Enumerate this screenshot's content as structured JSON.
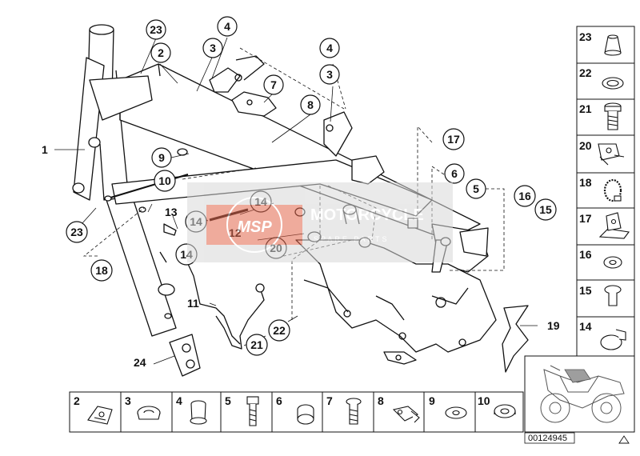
{
  "diagram": {
    "callouts": [
      {
        "id": "c23a",
        "label": "23"
      },
      {
        "id": "c4a",
        "label": "4"
      },
      {
        "id": "c2",
        "label": "2"
      },
      {
        "id": "c3a",
        "label": "3"
      },
      {
        "id": "c4b",
        "label": "4"
      },
      {
        "id": "c3b",
        "label": "3"
      },
      {
        "id": "c7",
        "label": "7"
      },
      {
        "id": "c8",
        "label": "8"
      },
      {
        "id": "c9",
        "label": "9"
      },
      {
        "id": "c10",
        "label": "10"
      },
      {
        "id": "c17",
        "label": "17"
      },
      {
        "id": "c6",
        "label": "6"
      },
      {
        "id": "c5",
        "label": "5"
      },
      {
        "id": "c16",
        "label": "16"
      },
      {
        "id": "c15",
        "label": "15"
      },
      {
        "id": "c14a",
        "label": "14"
      },
      {
        "id": "c14b",
        "label": "14"
      },
      {
        "id": "c20",
        "label": "20"
      },
      {
        "id": "c14c",
        "label": "14"
      },
      {
        "id": "c23b",
        "label": "23"
      },
      {
        "id": "c18",
        "label": "18"
      },
      {
        "id": "c22",
        "label": "22"
      },
      {
        "id": "c21",
        "label": "21"
      }
    ],
    "plain_labels": [
      {
        "id": "p1",
        "label": "1"
      },
      {
        "id": "p13",
        "label": "13"
      },
      {
        "id": "p12",
        "label": "12"
      },
      {
        "id": "p11",
        "label": "11"
      },
      {
        "id": "p19",
        "label": "19"
      },
      {
        "id": "p24",
        "label": "24"
      }
    ],
    "side_legend": [
      "23",
      "22",
      "21",
      "20",
      "18",
      "17",
      "16",
      "15",
      "14"
    ],
    "bottom_legend": [
      "2",
      "3",
      "4",
      "5",
      "6",
      "7",
      "8",
      "9",
      "10"
    ],
    "part_code": "00124945",
    "watermark": {
      "brand_initials": "MSP",
      "brand_name": "MOTORCYCLE",
      "sub_text": "SPARE PARTS"
    },
    "colors": {
      "line": "#111111",
      "watermark_red": "#e2674d",
      "watermark_grey": "#9e9e9e",
      "background": "#ffffff"
    }
  }
}
